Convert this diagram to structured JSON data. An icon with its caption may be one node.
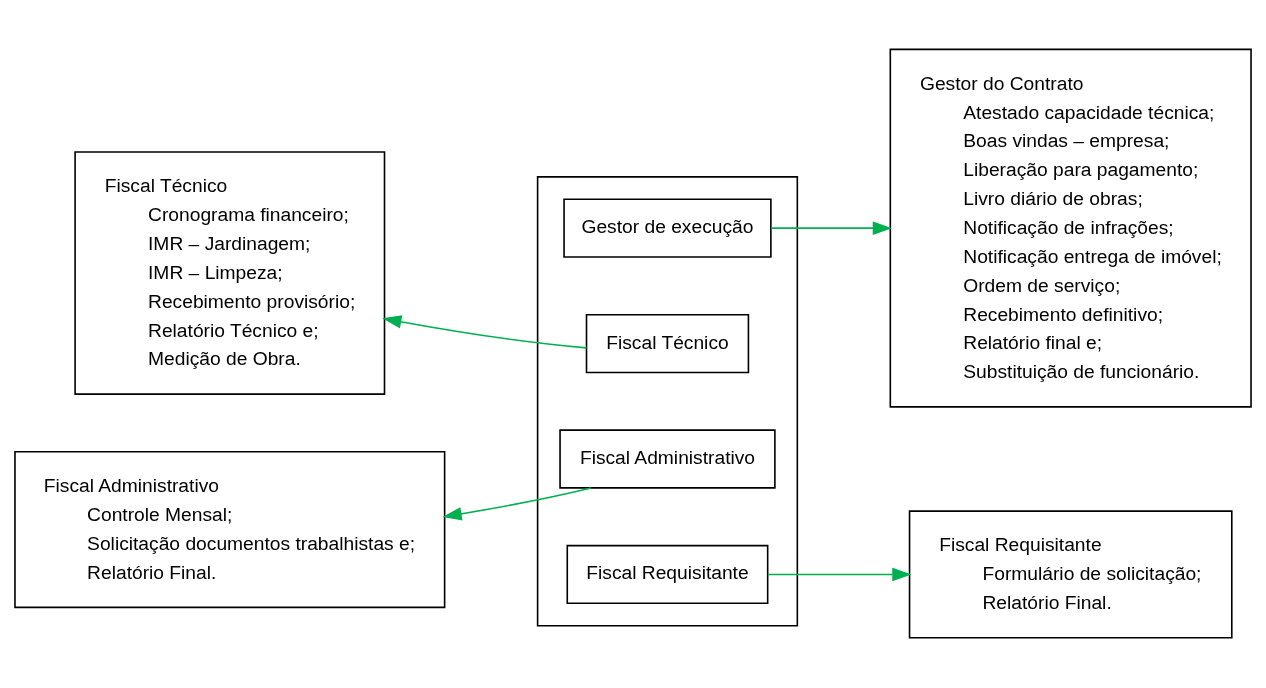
{
  "diagram": {
    "nodes": [
      {
        "text": [],
        "shape": "box"
      },
      {
        "text": [
          "Gestor de execução"
        ],
        "in": 0
      },
      {
        "text": [
          "Fiscal Técnico"
        ],
        "in": 0
      },
      {
        "text": [
          "Fiscal Administrativo"
        ],
        "in": 0
      },
      {
        "text": [
          "Fiscal Requisitante"
        ],
        "in": 0
      },
      {
        "text": [
          "Fiscal Técnico",
          "Cronograma financeiro;",
          "IMR – Jardinagem;",
          "IMR – Limpeza;",
          "Recebimento provisório;",
          "Relatório Técnico e;",
          "Medição de Obra."
        ]
      },
      {
        "text": [
          "Gestor do Contrato",
          "Atestado capacidade técnica;",
          "Boas vindas – empresa;",
          "Liberação para pagamento;",
          "Livro diário de obras;",
          "Notificação de infrações;",
          "Notificação entrega de imóvel;",
          "Ordem de serviço;",
          "Recebimento definitivo;",
          "Relatório final e;",
          "Substituição de funcionário."
        ]
      },
      {
        "text": [
          "Fiscal Administrativo",
          "Controle Mensal;",
          "Solicitação documentos trabalhistas e;",
          "Relatório Final."
        ]
      },
      {
        "text": [
          "Fiscal Requisitante",
          "Formulário de solicitação;",
          "Relatório Final."
        ]
      }
    ],
    "edges": [
      {
        "from": 1,
        "to": 6,
        "arrow": "to"
      },
      {
        "from": 2,
        "to": 5,
        "arrow": "to"
      },
      {
        "from": 3,
        "to": 7,
        "arrow": "to"
      },
      {
        "from": 4,
        "to": 8,
        "arrow": "to"
      }
    ]
  }
}
